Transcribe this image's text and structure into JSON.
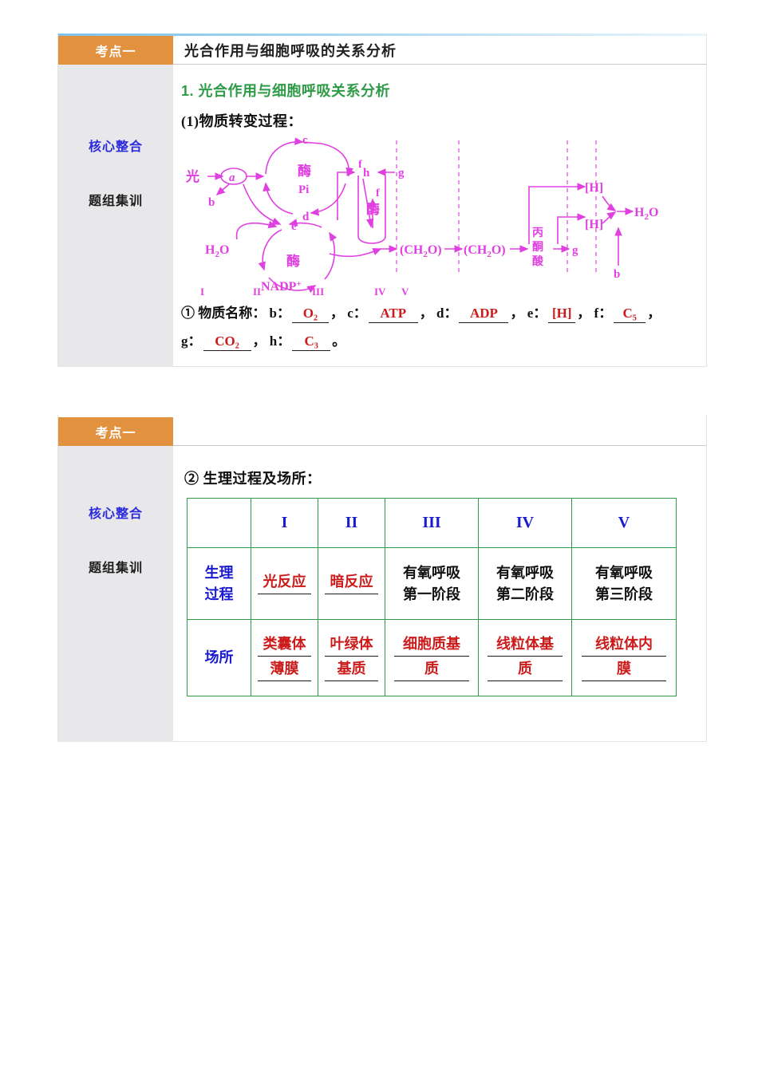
{
  "cards": [
    {
      "tab_label": "考点一",
      "title": "光合作用与细胞呼吸的关系分析",
      "sidebar": [
        {
          "label": "核心整合",
          "state": "active"
        },
        {
          "label": "题组集训",
          "state": "idle"
        }
      ],
      "heading": "1. 光合作用与细胞呼吸关系分析",
      "subheading": "(1)物质转变过程：",
      "diagram": {
        "labels": {
          "light": "光",
          "a": "a",
          "b": "b",
          "water": "H₂O",
          "enzyme": "酶",
          "pi": "Pi",
          "nadp": "NADP⁺",
          "c": "c",
          "d": "d",
          "e": "e",
          "f": "f",
          "g": "g",
          "h": "h",
          "ch2o": "(CH₂O)",
          "pyruvate": "丙酮酸",
          "nadh": "[H]",
          "water_out": "H₂O"
        },
        "stage_marks": [
          "I",
          "II",
          "III",
          "IV",
          "V"
        ]
      },
      "substances": {
        "prefix": "① 物质名称：",
        "items": [
          {
            "key": "b",
            "value": "O₂"
          },
          {
            "key": "c",
            "value": "ATP"
          },
          {
            "key": "d",
            "value": "ADP"
          },
          {
            "key": "e",
            "value": "[H]"
          },
          {
            "key": "f",
            "value": "C₅"
          },
          {
            "key": "g",
            "value": "CO₂"
          },
          {
            "key": "h",
            "value": "C₃"
          }
        ],
        "terminator": "。"
      }
    },
    {
      "tab_label": "考点一",
      "title": "",
      "sidebar": [
        {
          "label": "核心整合",
          "state": "active"
        },
        {
          "label": "题组集训",
          "state": "idle"
        }
      ],
      "subheading": "② 生理过程及场所：",
      "table": {
        "columns": [
          "",
          "I",
          "II",
          "III",
          "IV",
          "V"
        ],
        "rows": [
          {
            "label": "生理\n过程",
            "cells": [
              {
                "text": "光反应",
                "style": "answer"
              },
              {
                "text": "暗反应",
                "style": "answer"
              },
              {
                "text": "有氧呼吸\n第一阶段",
                "style": "plain"
              },
              {
                "text": "有氧呼吸\n第二阶段",
                "style": "plain"
              },
              {
                "text": "有氧呼吸\n第三阶段",
                "style": "plain"
              }
            ]
          },
          {
            "label": "场所",
            "cells": [
              {
                "text": "类囊体\n薄膜",
                "style": "answer"
              },
              {
                "text": "叶绿体\n基质",
                "style": "answer"
              },
              {
                "text": "细胞质基\n质",
                "style": "answer"
              },
              {
                "text": "线粒体基\n质",
                "style": "answer"
              },
              {
                "text": "线粒体内\n膜",
                "style": "answer"
              }
            ]
          }
        ]
      }
    }
  ],
  "colors": {
    "tab_orange": "#e2923f",
    "sidebar_gray": "#e8e8ea",
    "heading_green": "#2f9a47",
    "answer_red": "#cc1b1b",
    "label_blue": "#1a1ad0",
    "diagram_magenta": "#e040e0",
    "table_border_green": "#2f9a47"
  }
}
